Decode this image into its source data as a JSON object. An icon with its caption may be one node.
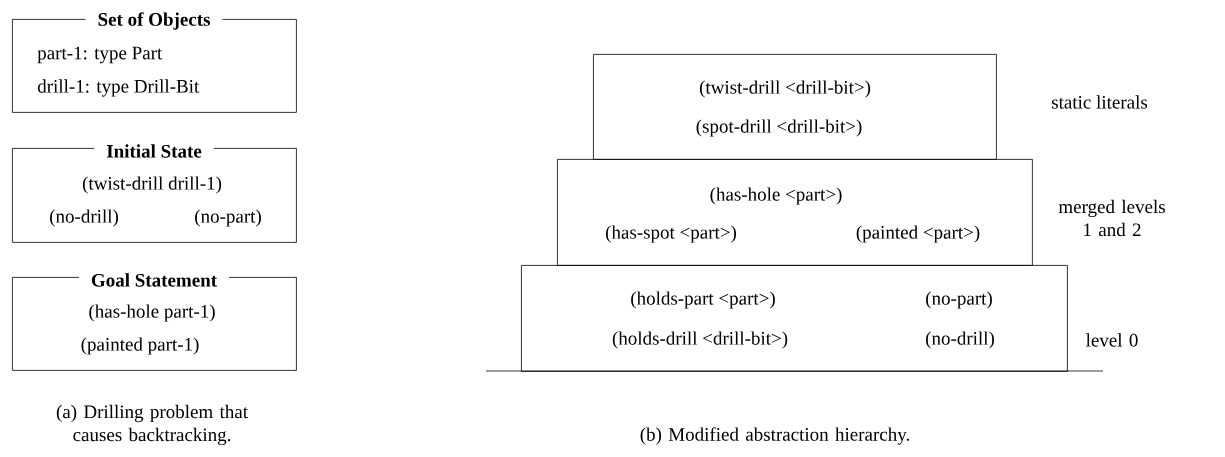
{
  "diagram": {
    "nodes": [
      {
        "text": [
          "Set of Objects",
          "part-1: type Part",
          "drill-1: type Drill-Bit"
        ]
      },
      {
        "text": [
          "Initial State",
          "(twist-drill drill-1)",
          "(no-drill)",
          "(no-part)"
        ]
      },
      {
        "text": [
          "Goal Statement",
          "(has-hole part-1)",
          "(painted part-1)"
        ]
      },
      {
        "text": [
          "(twist-drill <drill-bit>)",
          "(spot-drill <drill-bit>)"
        ],
        "beside": [
          "static literals"
        ]
      },
      {
        "text": [
          "(has-hole <part>)",
          "(has-spot <part>)",
          "(painted <part>)"
        ],
        "beside": [
          "merged levels 1 and 2"
        ]
      },
      {
        "text": [
          "(holds-part <part>)",
          "(no-part)",
          "(holds-drill <drill-bit>)",
          "(no-drill)"
        ],
        "beside": [
          "level 0"
        ]
      }
    ],
    "labels": [
      "(a) Drilling problem that causes backtracking.",
      "(b) Modified abstraction hierarchy."
    ]
  }
}
